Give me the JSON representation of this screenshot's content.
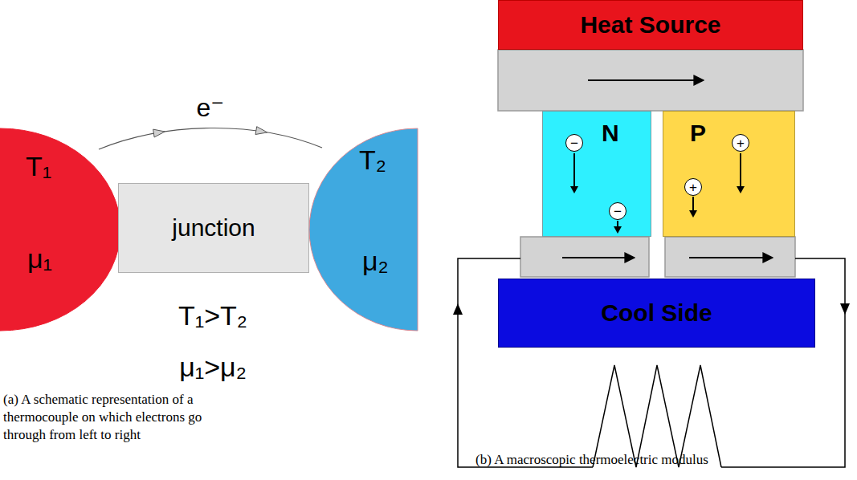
{
  "diagram": {
    "nodes": [
      {
        "text": [
          "T₁",
          "μ₁"
        ]
      },
      {
        "text": [
          "junction"
        ]
      },
      {
        "text": [
          "T₂",
          "μ₂"
        ]
      },
      {
        "text": [
          "Heat Source"
        ]
      },
      {
        "text": [
          "N"
        ]
      },
      {
        "text": [
          "−"
        ],
        "in": 4
      },
      {
        "text": [
          "−"
        ],
        "in": 4
      },
      {
        "text": [
          "P"
        ]
      },
      {
        "text": [
          "+"
        ],
        "in": 7
      },
      {
        "text": [
          "+"
        ],
        "in": 7
      },
      {
        "text": [
          "Cool Side"
        ]
      }
    ],
    "edges": [
      {
        "from": 0,
        "to": 2,
        "label": "e⁻",
        "arrow": "to"
      }
    ],
    "labels": [
      "T₁>T₂",
      "μ₁>μ₂",
      "(a) A schematic representation of a thermocouple on which electrons go through from left to right",
      "(b) A macroscopic thermoelectric modulus"
    ]
  }
}
